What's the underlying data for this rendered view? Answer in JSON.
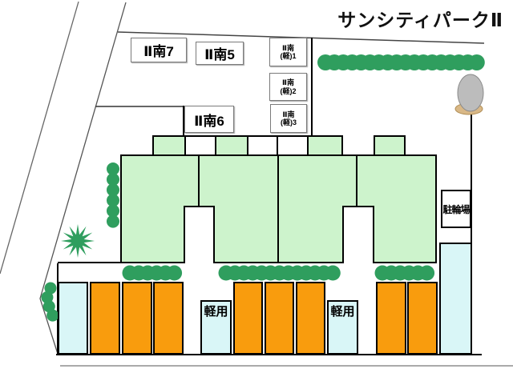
{
  "title": "サンシティパークⅡ",
  "buildings": {
    "label_7": "Ⅱ南7",
    "label_5": "Ⅱ南5",
    "label_6": "Ⅱ南6",
    "kei_units": [
      {
        "name_line": "Ⅱ南",
        "unit_line": "(軽)1"
      },
      {
        "name_line": "Ⅱ南",
        "unit_line": "(軽)2"
      },
      {
        "name_line": "Ⅱ南",
        "unit_line": "(軽)3"
      }
    ]
  },
  "facilities": {
    "bicycle_parking": "駐輪場"
  },
  "parking_row": {
    "stalls": [
      {
        "type": "compact"
      },
      {
        "type": "standard"
      },
      {
        "type": "standard"
      },
      {
        "type": "standard"
      },
      {
        "type": "kei",
        "label": "軽用"
      },
      {
        "type": "standard"
      },
      {
        "type": "standard"
      },
      {
        "type": "standard"
      },
      {
        "type": "kei",
        "label": "軽用"
      },
      {
        "type": "standard"
      },
      {
        "type": "standard"
      },
      {
        "type": "compact-tall"
      }
    ]
  },
  "colors": {
    "building_fill": "#CDF3CC",
    "stall_standard_orange": "#F99C0D",
    "stall_compact_cyan": "#D9F6F7",
    "greenery_green": "#2F9E5E",
    "tree_canopy_grey": "#BCBCBC",
    "tree_base_tan": "#D9B887",
    "outline_black": "#000000"
  }
}
